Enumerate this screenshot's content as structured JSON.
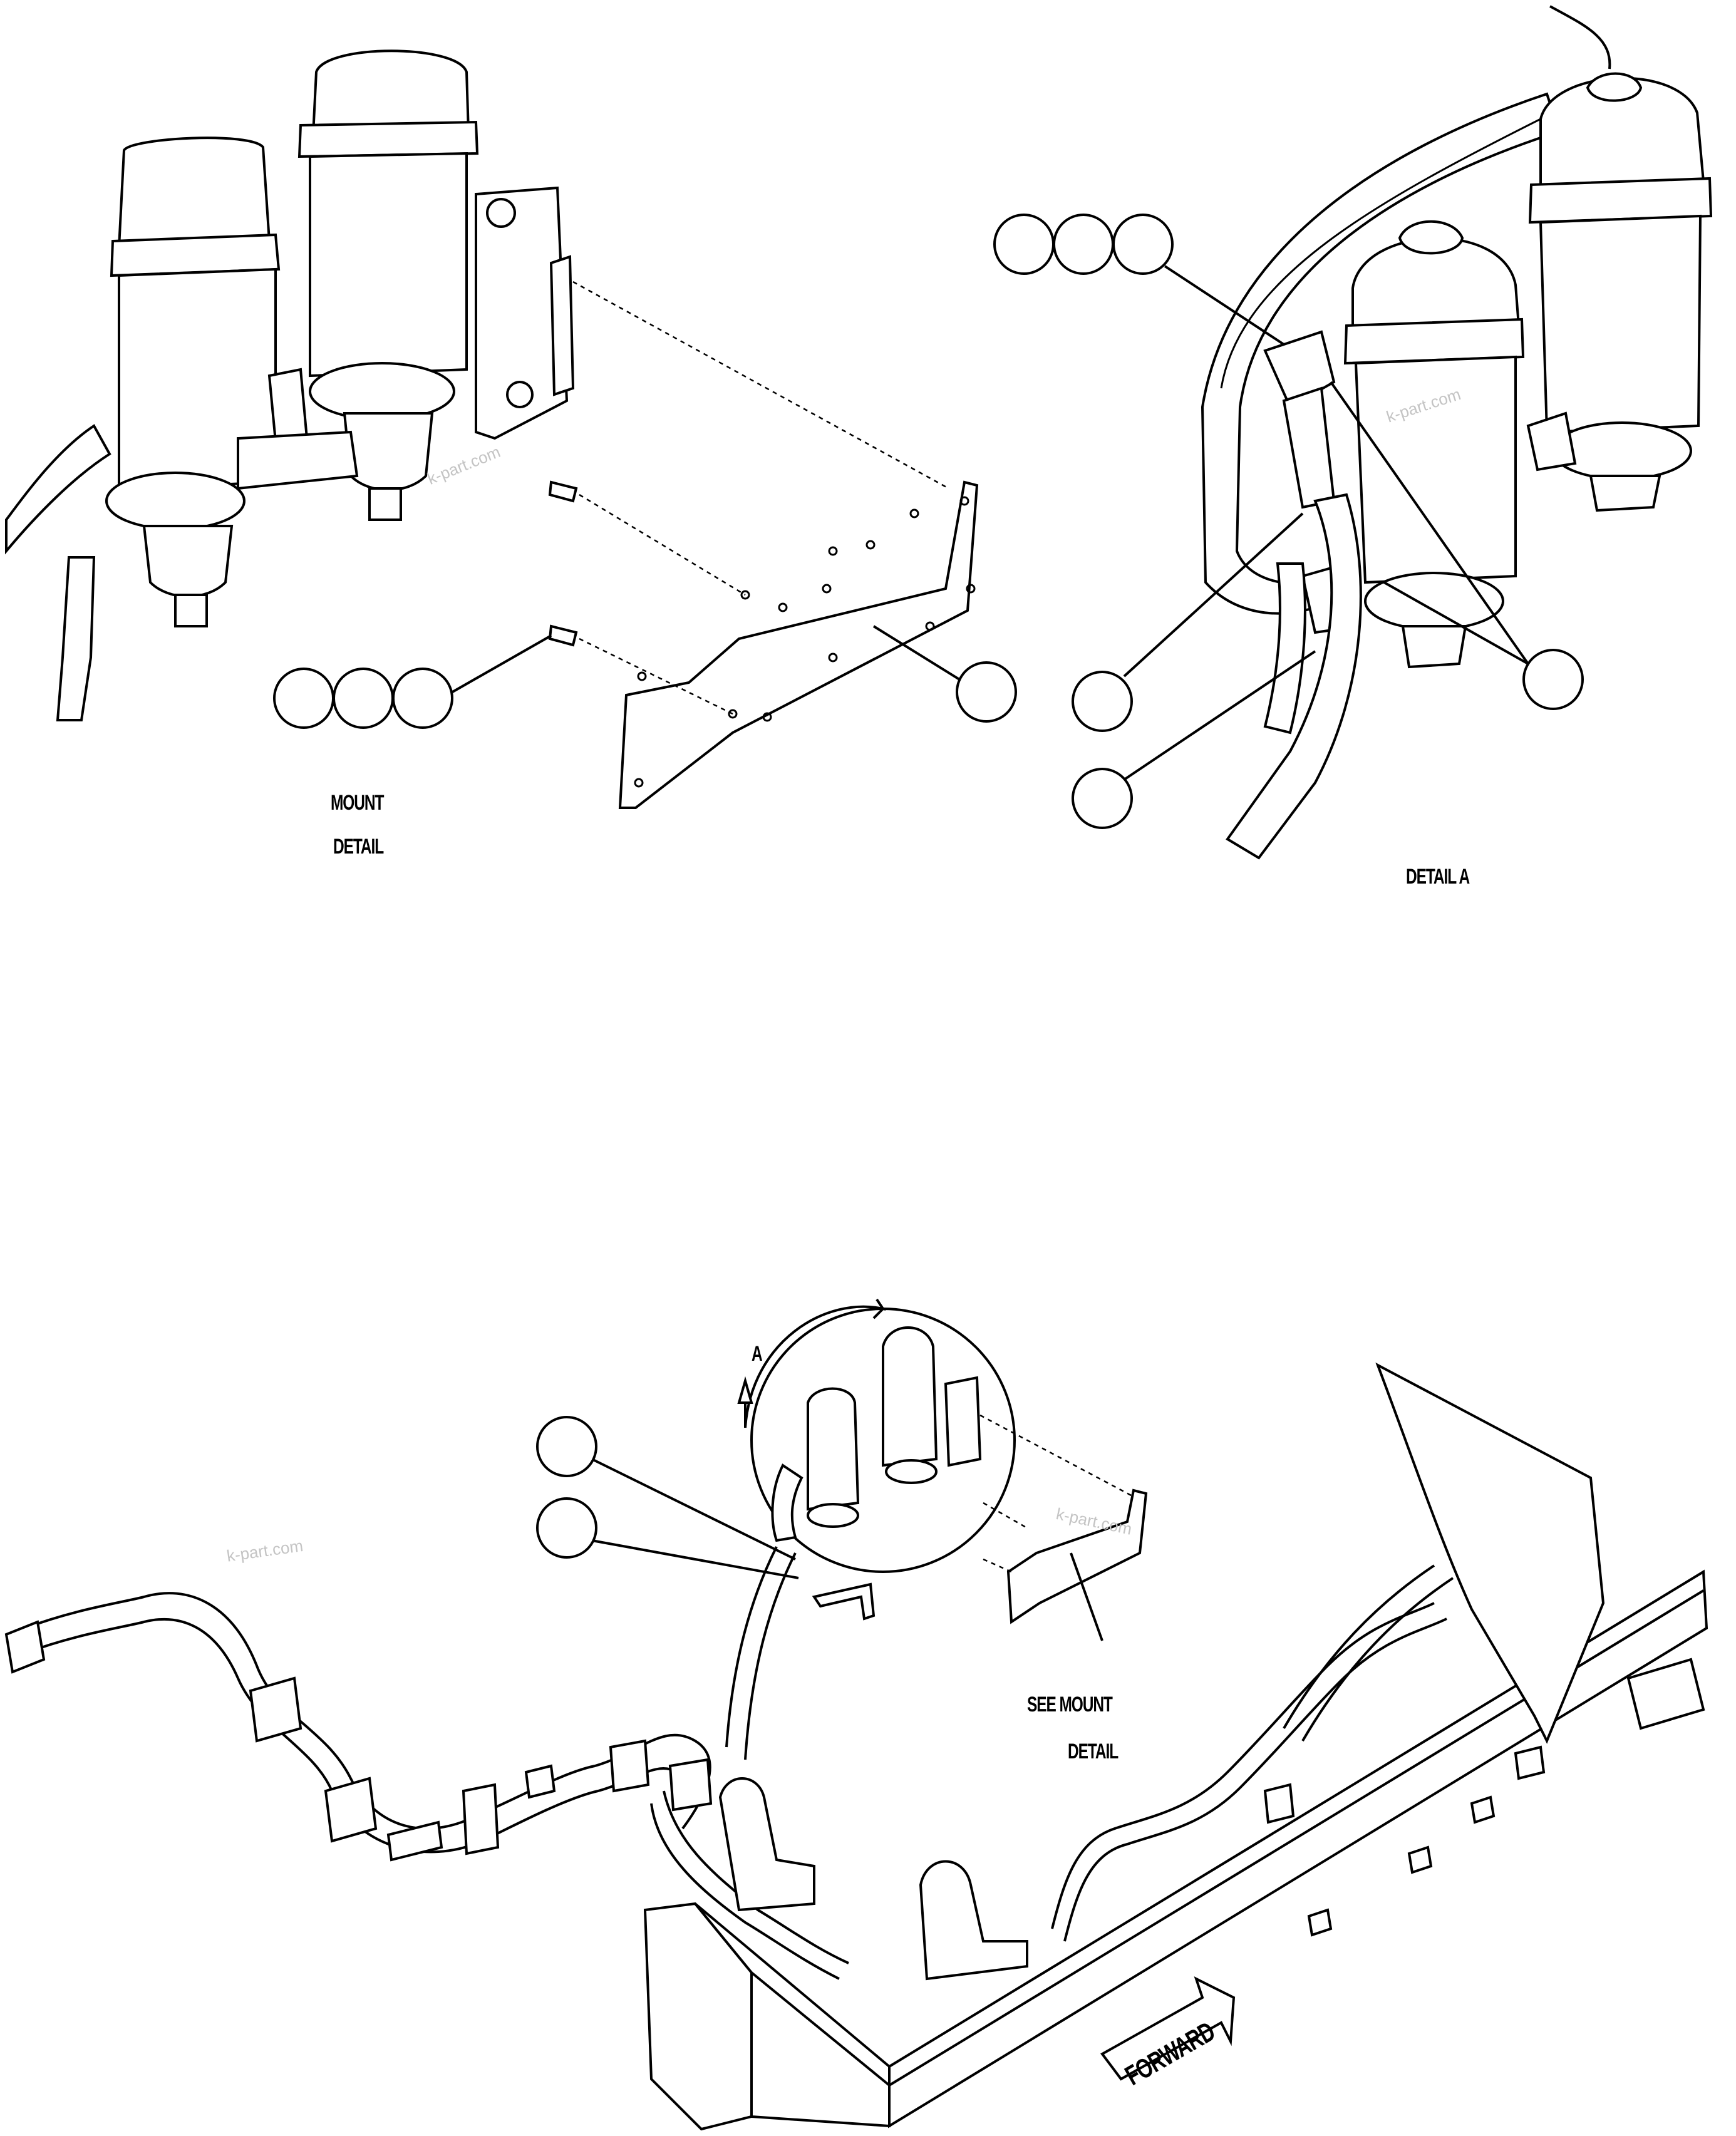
{
  "labels": {
    "mount_detail_line1": "MOUNT",
    "mount_detail_line2": "DETAIL",
    "detail_a": "DETAIL A",
    "see_mount_line1": "SEE MOUNT",
    "see_mount_line2": "DETAIL",
    "view_a": "A",
    "forward": "FORWARD"
  },
  "watermarks": {
    "mount_detail": "k-part.com",
    "detail_a": "k-part.com",
    "main_view": "k-part.com",
    "main_left": "k-part.com"
  },
  "colors": {
    "line": "#000000",
    "background": "#ffffff",
    "watermark": "#c4c4c4"
  }
}
